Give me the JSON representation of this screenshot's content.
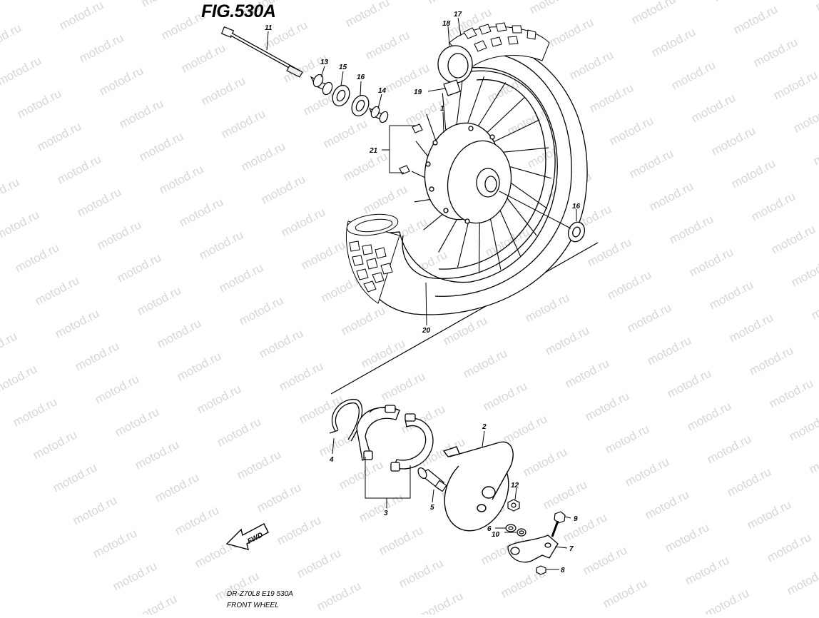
{
  "figure": {
    "title": "FIG.530A"
  },
  "footer": {
    "line1": "DR-Z70L8 E19 530A",
    "line2": "FRONT WHEEL"
  },
  "watermark": {
    "text": "motod.ru"
  },
  "fwd_arrow": {
    "label": "FWD"
  },
  "callouts": {
    "c1": "1",
    "c2": "2",
    "c3": "3",
    "c4": "4",
    "c5": "5",
    "c6": "6",
    "c7": "7",
    "c8": "8",
    "c9": "9",
    "c10": "10",
    "c11": "11",
    "c12": "12",
    "c13": "13",
    "c14": "14",
    "c15": "15",
    "c16a": "16",
    "c16b": "16",
    "c17": "17",
    "c18": "18",
    "c19": "19",
    "c20": "20",
    "c21": "21"
  }
}
